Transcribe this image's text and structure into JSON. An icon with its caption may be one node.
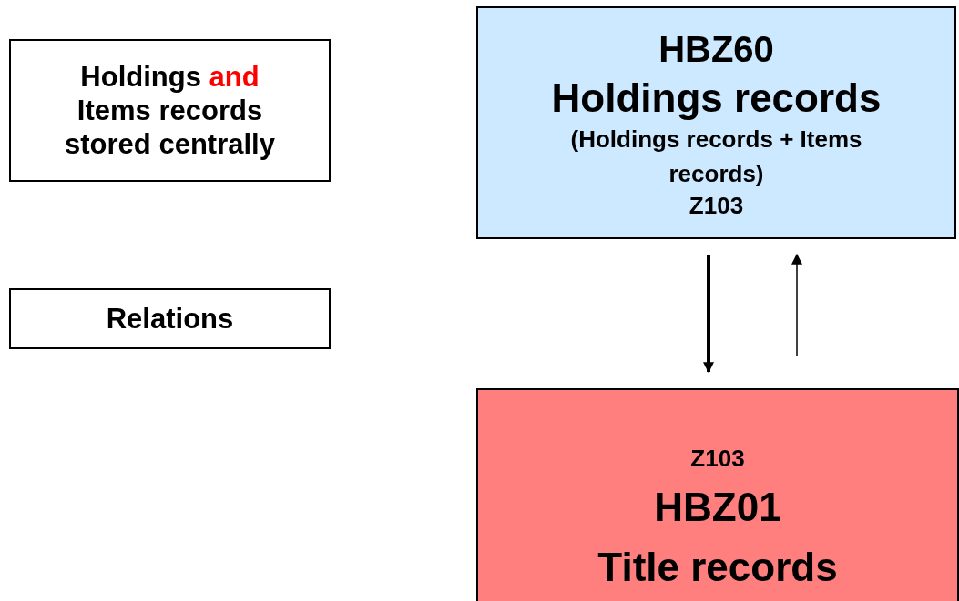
{
  "diagram": {
    "nodes": [
      {
        "text": [
          "Holdings and Items records stored centrally"
        ]
      },
      {
        "text": [
          "Relations"
        ]
      },
      {
        "text": [
          "HBZ60",
          "Holdings records",
          "(Holdings records + Items records)",
          "Z103"
        ]
      },
      {
        "text": [
          "Z103",
          "HBZ01",
          "Title records"
        ]
      }
    ],
    "edges": [
      {
        "from": 2,
        "to": 3,
        "arrow": "to",
        "style": "thick"
      },
      {
        "from": 3,
        "to": 2,
        "arrow": "to"
      }
    ]
  }
}
